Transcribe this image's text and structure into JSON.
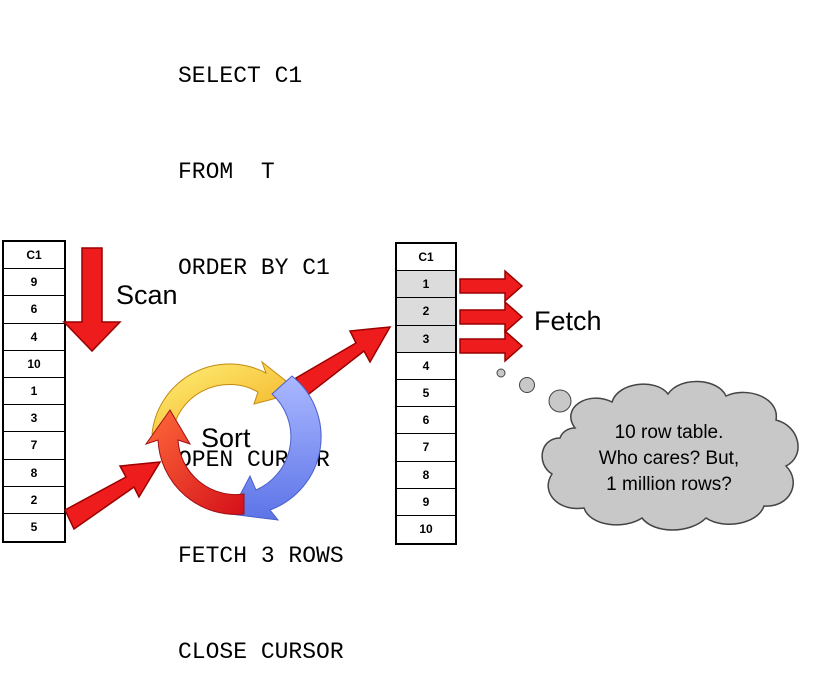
{
  "sql_lines": [
    "SELECT C1",
    "FROM  T",
    "ORDER BY C1",
    "",
    "OPEN CURSOR",
    "FETCH 3 ROWS",
    "CLOSE CURSOR"
  ],
  "left_table": {
    "header": "C1",
    "rows": [
      "9",
      "6",
      "4",
      "10",
      "1",
      "3",
      "7",
      "8",
      "2",
      "5"
    ]
  },
  "right_table": {
    "header": "C1",
    "rows": [
      "1",
      "2",
      "3",
      "4",
      "5",
      "6",
      "7",
      "8",
      "9",
      "10"
    ],
    "highlighted_rows": 3
  },
  "labels": {
    "scan": "Scan",
    "sort": "Sort",
    "fetch": "Fetch"
  },
  "cloud": {
    "lines": [
      "10 row table.",
      "Who cares? But,",
      "1 million rows?"
    ]
  },
  "colors": {
    "arrow": "#ee1c1c",
    "arrow_edge": "#9a0000",
    "highlight": "#dcdcdc",
    "cloud_fill": "#c8c8c8",
    "sort_yellow": "#f5c41c",
    "sort_blue": "#7f92f2",
    "sort_red": "#e8281e"
  }
}
